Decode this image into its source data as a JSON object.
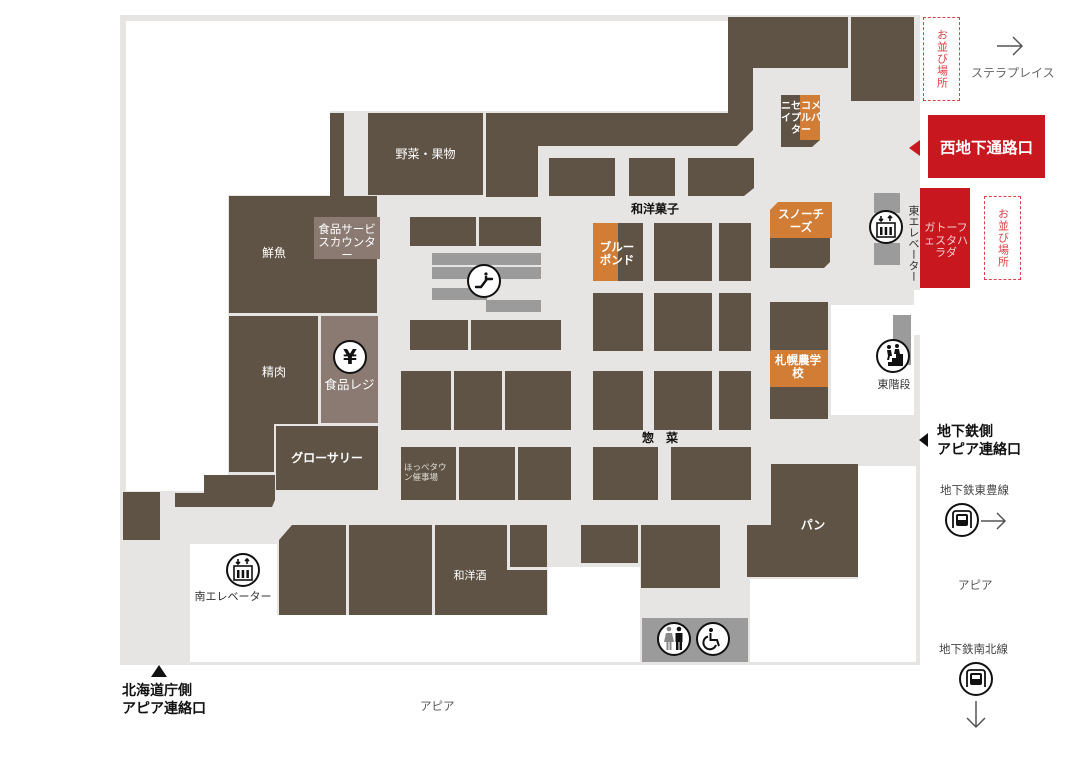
{
  "map": {
    "colors": {
      "floor": "#e6e5e3",
      "shop": "#5e5344",
      "featured_shop": "#d27d36",
      "service": "#8a7a72",
      "facility": "#9b9b9b",
      "accent_red": "#c8171f",
      "queue_dashed": "#d6434a"
    },
    "shops": {
      "vegetables_fruit": "野菜・果物",
      "fresh_fish": "鮮魚",
      "meat": "精肉",
      "grocery": "グローサリー",
      "food_service_counter": "食品サービスカウンター",
      "food_register": "食品レジ",
      "japanese_western_sweets": "和洋菓子",
      "blue_pond": "ブルーポンド",
      "snow_cheese": "スノーチーズ",
      "niseko_maple_butter": "ニセコメイプルバター",
      "sapporo_nogakko": "札幌農学校",
      "deli": "惣　菜",
      "hoppe_town": "ほっぺタウン催事場",
      "bread": "パン",
      "liquor": "和洋酒",
      "gateau_festa_harada": "ガトーフェスタハラダ"
    },
    "facilities": {
      "east_elevator": "東エレベーター",
      "east_stairs": "東階段",
      "south_elevator": "南エレベーター",
      "escalator": "escalator",
      "restroom": "restroom",
      "accessible": "accessible"
    },
    "queue_areas": [
      "お並び場所",
      "お並び場所"
    ],
    "exits": {
      "west_underground": "西地下通路口",
      "subway_side_line1": "地下鉄側",
      "subway_side_line2": "アピア連絡口",
      "hokkaido_office_line1": "北海道庁側",
      "hokkaido_office_line2": "アピア連絡口"
    },
    "outside": {
      "stellar_place": "ステラプレイス",
      "toho_line": "地下鉄東豊線",
      "apia_right": "アピア",
      "namboku_line": "地下鉄南北線",
      "apia_bottom": "アピア"
    }
  }
}
